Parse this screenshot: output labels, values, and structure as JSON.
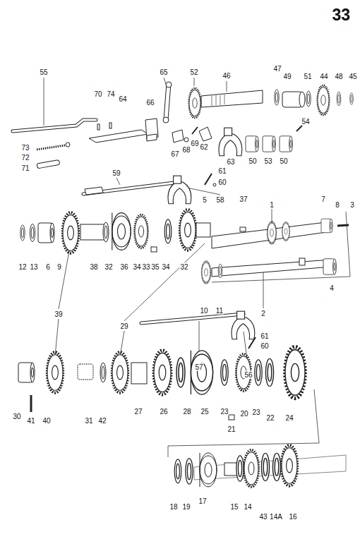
{
  "diagram": {
    "title": "33",
    "labels": [
      "55",
      "70",
      "74",
      "64",
      "65",
      "66",
      "52",
      "46",
      "47",
      "49",
      "51",
      "44",
      "48",
      "45",
      "73",
      "72",
      "71",
      "67",
      "68",
      "69",
      "62",
      "63",
      "54",
      "50",
      "53",
      "50",
      "59",
      "61",
      "60",
      "58",
      "5",
      "37",
      "7",
      "3",
      "8",
      "1",
      "12",
      "13",
      "6",
      "9",
      "38",
      "32",
      "36",
      "34",
      "33",
      "35",
      "34",
      "32",
      "10",
      "11",
      "2",
      "4",
      "39",
      "29",
      "57",
      "61",
      "60",
      "56",
      "30",
      "41",
      "40",
      "31",
      "42",
      "27",
      "26",
      "28",
      "25",
      "23",
      "21",
      "20",
      "23",
      "22",
      "24",
      "18",
      "19",
      "17",
      "15",
      "14",
      "43",
      "14A",
      "16"
    ]
  }
}
